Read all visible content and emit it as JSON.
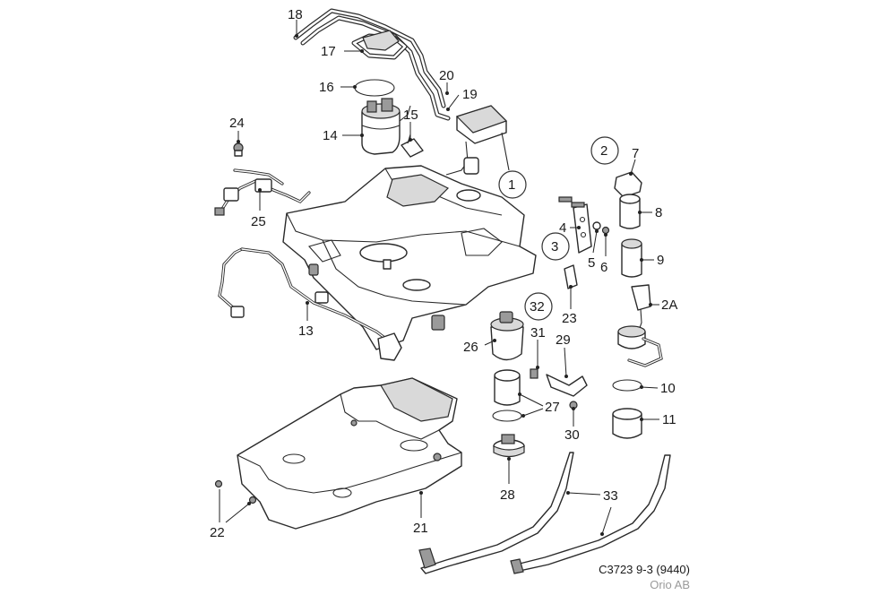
{
  "labels": {
    "p1": "1",
    "p2": "2",
    "p2a": "2A",
    "p3": "3",
    "p4": "4",
    "p5": "5",
    "p6": "6",
    "p7": "7",
    "p8": "8",
    "p9": "9",
    "p10": "10",
    "p11": "11",
    "p13": "13",
    "p14": "14",
    "p15": "15",
    "p16": "16",
    "p17": "17",
    "p18": "18",
    "p19": "19",
    "p20": "20",
    "p21": "21",
    "p22": "22",
    "p23": "23",
    "p24": "24",
    "p25": "25",
    "p26": "26",
    "p27": "27",
    "p28": "28",
    "p29": "29",
    "p30": "30",
    "p31": "31",
    "p32": "32",
    "p33": "33"
  },
  "caption": {
    "code": "C3723 9-3 (9440)",
    "credit": "Orio AB"
  }
}
